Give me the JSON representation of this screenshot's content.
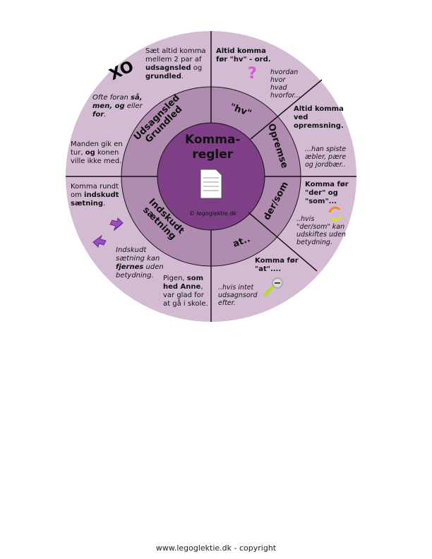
{
  "colors": {
    "outer": "#d3bcd3",
    "middle": "#b08db0",
    "inner": "#7e3f86"
  },
  "center": {
    "title_line1": "Komma-",
    "title_line2": "regler",
    "copyright": "© legoglektie.dk"
  },
  "sections": [
    {
      "ring_label_1": "Udsagnsled",
      "ring_label_2": "Grundled",
      "rule_pre": "Sæt altid komma mellem 2 par af ",
      "rule_b1": "udsagnsled",
      "rule_mid": " og ",
      "rule_b2": "grundled",
      "rule_end": ".",
      "icon": "xo-icon",
      "icon_text": "XO",
      "hint_pre": "Ofte foran ",
      "hint_b1": "så,",
      "hint_b2": "men, og",
      "hint_mid": " eller ",
      "hint_b3": "for",
      "hint_end": ".",
      "example_pre": "Manden gik en tur, ",
      "example_b": "og",
      "example_end": " konen ville ikke med."
    },
    {
      "ring_label": "\"hv\"",
      "rule": "Altid komma før \"hv\" - ord.",
      "icon": "question-mark-icon",
      "icon_text": "?",
      "examples": [
        "hvordan",
        "hvor",
        "hvad",
        "hvorfor..."
      ]
    },
    {
      "ring_label": "Opremse",
      "rule": "Altid komma ved opremsning.",
      "example": "...han spiste æbler, pære og jordbær.."
    },
    {
      "ring_label": "der/som",
      "rule": "Komma før \"der\" og \"som\"...",
      "icon": "refresh-icon",
      "example": "..hvis \"der/som\" kan udskiftes uden betydning."
    },
    {
      "ring_label": "at..",
      "rule": "Komma før \"at\"....",
      "icon": "magnifier-icon",
      "example": "..hvis intet udsagnsord efter."
    },
    {
      "ring_label_1": "Indskudt",
      "ring_label_2": "sætning",
      "rule_pre": "Komma rundt om ",
      "rule_b": "indskudt sætning",
      "rule_end": ".",
      "icon": "arrows-icon",
      "hint_pre": "Indskudt sætning kan ",
      "hint_b": "fjernes",
      "hint_end": " uden betydning.",
      "example_pre": "Pigen, ",
      "example_b": "som hed Anne",
      "example_end": ", var glad for at gå i skole."
    }
  ],
  "footer": "www.legoglektie.dk - copyright"
}
